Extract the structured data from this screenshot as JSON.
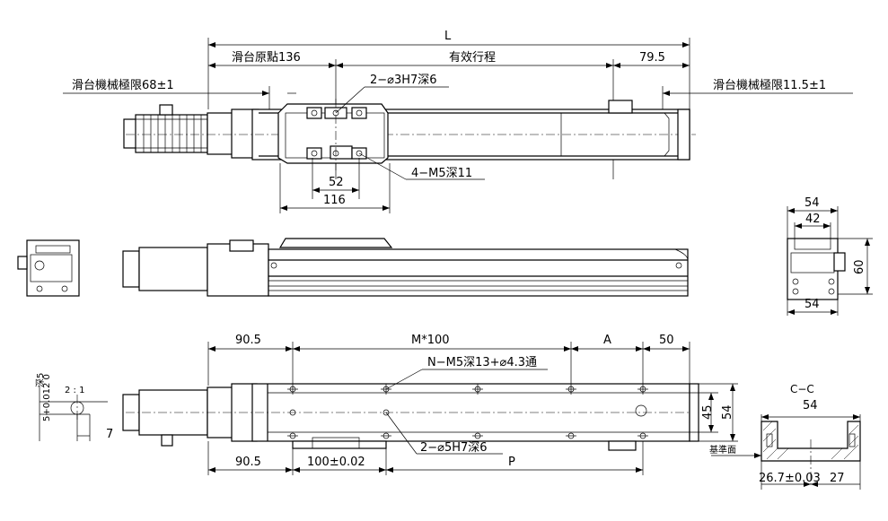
{
  "top_view": {
    "overall_length": "L",
    "origin_label": "滑台原點136",
    "stroke_label": "有效行程",
    "end_dim": "79.5",
    "limit_left": "滑台機械極限68±1",
    "limit_right": "滑台機械極限11.5±1",
    "pin_hole": "2−⌀3H7深6",
    "tap_hole": "4−M5深11",
    "dim_52": "52",
    "dim_116": "116"
  },
  "end_view": {
    "dim_54_top": "54",
    "dim_42": "42",
    "dim_60": "60",
    "dim_54_bottom": "54"
  },
  "bottom_view": {
    "dim_left": "90.5",
    "pitch": "M*100",
    "dim_a": "A",
    "dim_right": "50",
    "mount_hole": "N−M5深13+⌀4.3通",
    "pin_hole": "2−⌀5H7深6",
    "dim_left_bottom": "90.5",
    "dim_100": "100±0.02",
    "dim_p": "P",
    "dim_45": "45",
    "dim_54": "54"
  },
  "detail_pin": {
    "tol": "5+0.012\n0",
    "depth_label": "深5",
    "ratio": "2 : 1",
    "dim_7": "7"
  },
  "section_cc": {
    "title": "C−C",
    "width": "54",
    "ref_surface": "基準面",
    "dim_267": "26.7±0.03",
    "dim_27": "27"
  }
}
